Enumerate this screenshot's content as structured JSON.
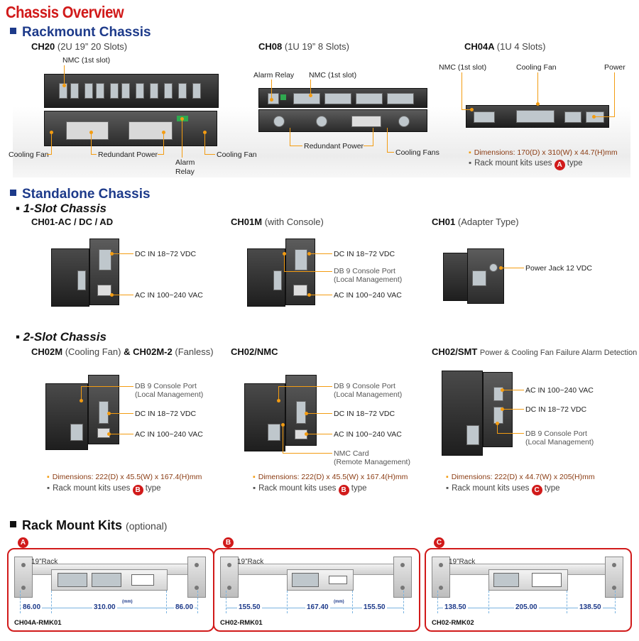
{
  "title": "Chassis Overview",
  "rackmount": {
    "heading": "Rackmount Chassis",
    "ch20": {
      "name": "CH20",
      "desc": "(2U 19” 20 Slots)",
      "nmc": "NMC (1st slot)",
      "fan_left": "Cooling Fan",
      "power": "Redundant Power",
      "alarm1": "Alarm",
      "alarm2": "Relay",
      "fan_right": "Cooling Fan"
    },
    "ch08": {
      "name": "CH08",
      "desc": "(1U 19” 8 Slots)",
      "alarm": "Alarm Relay",
      "nmc": "NMC (1st slot)",
      "power": "Redundant Power",
      "fans": "Cooling Fans"
    },
    "ch04a": {
      "name": "CH04A",
      "desc": "(1U 4 Slots)",
      "nmc": "NMC (1st slot)",
      "fan": "Cooling Fan",
      "power": "Power",
      "dims": "Dimensions: 170(D) x 310(W) x 44.7(H)mm",
      "kit_pre": "Rack mount kits uses",
      "kit_badge": "A",
      "kit_post": "type"
    }
  },
  "standalone": {
    "heading": "Standalone Chassis",
    "one_slot": "1-Slot Chassis",
    "two_slot": "2-Slot Chassis",
    "ch01ac": {
      "name": "CH01-AC / DC / AD",
      "dc": "DC IN 18~72 VDC",
      "ac": "AC IN 100~240 VAC"
    },
    "ch01m": {
      "name": "CH01M",
      "desc": "(with Console)",
      "dc": "DC IN 18~72 VDC",
      "db9_1": "DB 9 Console Port",
      "db9_2": "(Local Management)",
      "ac": "AC IN 100~240 VAC"
    },
    "ch01": {
      "name": "CH01",
      "desc": "(Adapter Type)",
      "jack": "Power Jack 12 VDC"
    },
    "ch02m": {
      "name": "CH02M",
      "desc1": "(Cooling Fan)",
      "amp": "&",
      "name2": "CH02M-2",
      "desc2": "(Fanless)",
      "db9_1": "DB 9 Console Port",
      "db9_2": "(Local Management)",
      "dc": "DC IN 18~72 VDC",
      "ac": "AC IN 100~240 VAC",
      "dims": "Dimensions: 222(D) x 45.5(W) x 167.4(H)mm",
      "kit_pre": "Rack mount kits uses",
      "kit_badge": "B",
      "kit_post": "type"
    },
    "ch02nmc": {
      "name": "CH02/NMC",
      "db9_1": "DB 9 Console Port",
      "db9_2": "(Local Management)",
      "dc": "DC IN 18~72 VDC",
      "ac": "AC IN 100~240 VAC",
      "nmc1": "NMC Card",
      "nmc2": "(Remote Management)",
      "dims": "Dimensions: 222(D) x 45.5(W) x 167.4(H)mm",
      "kit_pre": "Rack mount kits uses",
      "kit_badge": "B",
      "kit_post": "type"
    },
    "ch02smt": {
      "name": "CH02/SMT",
      "desc": "Power & Cooling Fan Failure Alarm Detection",
      "ac": "AC IN 100~240 VAC",
      "dc": "DC IN 18~72 VDC",
      "db9_1": "DB 9 Console Port",
      "db9_2": "(Local Management)",
      "dims": "Dimensions: 222(D) x 44.7(W) x 205(H)mm",
      "kit_pre": "Rack mount kits uses",
      "kit_badge": "C",
      "kit_post": "type"
    }
  },
  "kits": {
    "heading": "Rack Mount Kits",
    "optional": "(optional)",
    "unit": "(mm)",
    "rack_label": "19”Rack",
    "items": [
      {
        "badge": "A",
        "left": "86.00",
        "center": "310.00",
        "right": "86.00",
        "name": "CH04A-RMK01"
      },
      {
        "badge": "B",
        "left": "155.50",
        "center": "167.40",
        "right": "155.50",
        "name": "CH02-RMK01"
      },
      {
        "badge": "C",
        "left": "138.50",
        "center": "205.00",
        "right": "138.50",
        "name": "CH02-RMK02"
      }
    ]
  }
}
